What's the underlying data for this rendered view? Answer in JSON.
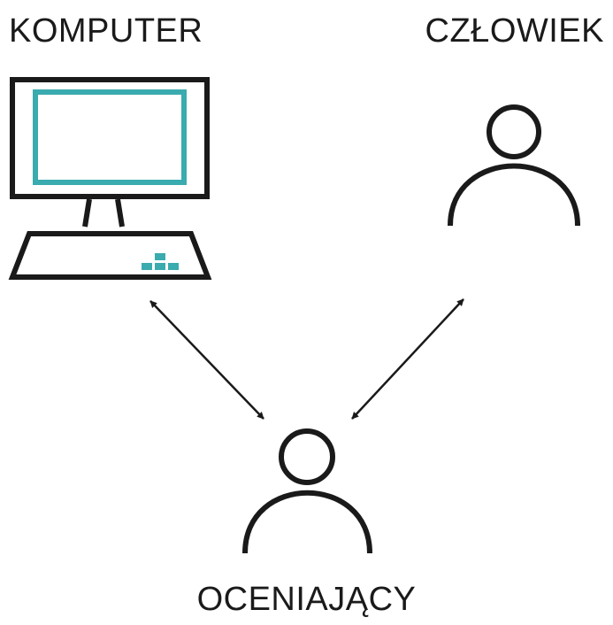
{
  "labels": {
    "computer": "KOMPUTER",
    "human": "CZŁOWIEK",
    "judge": "OCENIAJĄCY"
  },
  "icons": {
    "computer": "desktop-computer-icon",
    "human": "person-icon",
    "judge": "person-icon"
  },
  "colors": {
    "stroke": "#1a1a1a",
    "accent": "#3aabae"
  }
}
